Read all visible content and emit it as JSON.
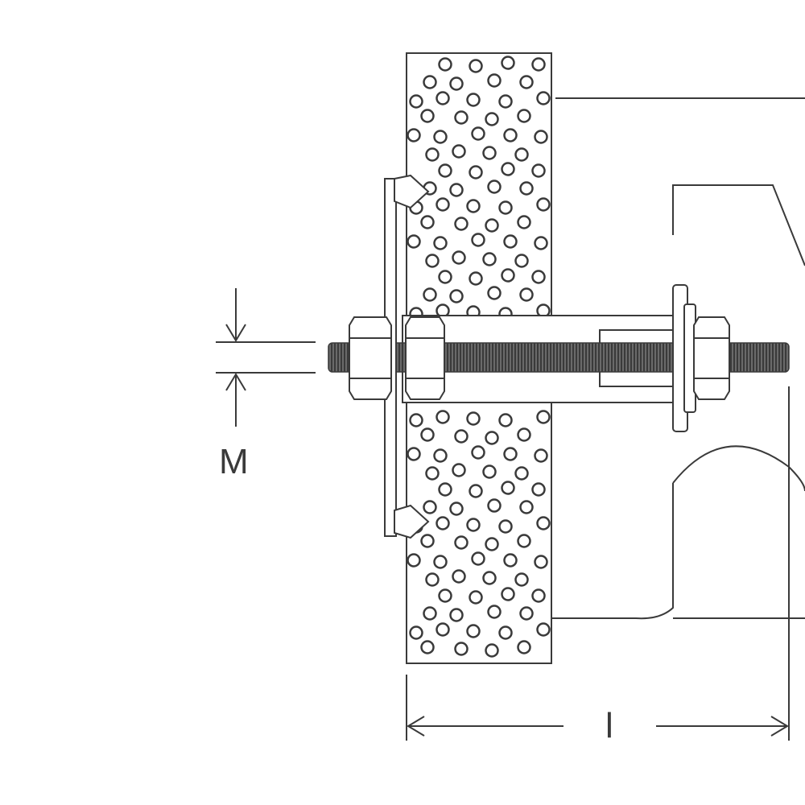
{
  "diagram": {
    "labels": {
      "thread_diameter": "M",
      "length": "l"
    },
    "colors": {
      "line": "#3a3a3a",
      "background": "#ffffff"
    },
    "parts": [
      "wall-panel",
      "threaded-rod",
      "hex-nut",
      "washer",
      "anchor-sleeve",
      "toggle-wing",
      "fixture-bracket"
    ]
  }
}
